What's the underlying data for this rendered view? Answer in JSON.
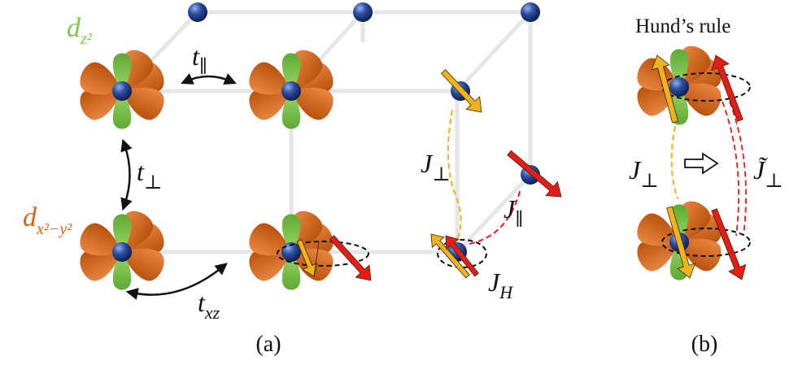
{
  "colors": {
    "dz2_lobe": "#7cc84a",
    "dx2y2_lobe": "#d2651a",
    "atom": "#2e4fa0",
    "bond": "#e6e6e6",
    "spin_up": "#f0b21e",
    "spin_red": "#e41c1c",
    "jperp_dash": "#f0b21e",
    "jpar_dash": "#e41c1c"
  },
  "labels": {
    "dz2": {
      "main": "d",
      "sub": "z²"
    },
    "dx2y2": {
      "main": "d",
      "sub": "x²−y²"
    },
    "t_par": {
      "main": "t",
      "sub": "∥"
    },
    "t_perp": {
      "main": "t",
      "sub": "⊥"
    },
    "t_xz": {
      "main": "t",
      "sub": "xz"
    },
    "J_perp_a": {
      "main": "J",
      "sub": "⊥"
    },
    "J_par": {
      "main": "J",
      "sub": "∥"
    },
    "J_H": {
      "main": "J",
      "sub": "H"
    },
    "hund": "Hund’s rule",
    "J_perp_b": {
      "main": "J",
      "sub": "⊥"
    },
    "J_tilde_perp": {
      "main": "J̃",
      "sub": "⊥"
    },
    "arrow_symbol": "⇨",
    "panel_a": "(a)",
    "panel_b": "(b)"
  }
}
